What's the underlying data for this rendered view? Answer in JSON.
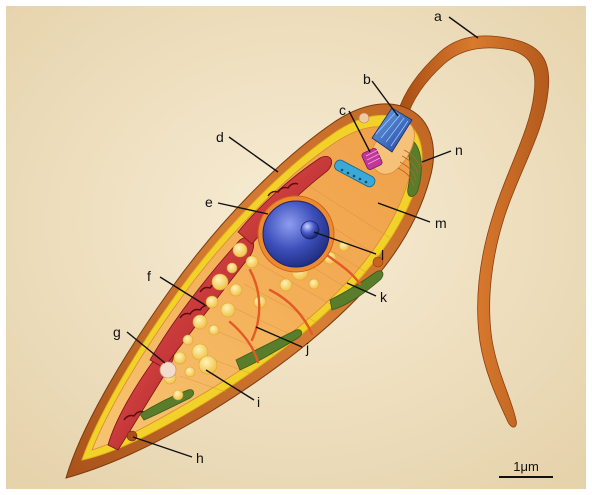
{
  "labels": {
    "a": "a",
    "b": "b",
    "c": "c",
    "d": "d",
    "e": "e",
    "f": "f",
    "g": "g",
    "h": "h",
    "i": "i",
    "j": "j",
    "k": "k",
    "l": "l",
    "m": "m",
    "n": "n"
  },
  "scale_bar": {
    "text": "1μm"
  },
  "colors": {
    "background": "#f3e5c8",
    "flagellum": "#c8641e",
    "pellicle": "#f2d22a",
    "cytoplasm": "#f0a24a",
    "chloroplast": "#d43a35",
    "nucleus": "#3b4fb8",
    "paramylon": "#f6d55a",
    "eyespot": "#c2379a",
    "contractile_vacuole": "#3aa9d8",
    "vacuole_green": "#5a7d2c"
  }
}
